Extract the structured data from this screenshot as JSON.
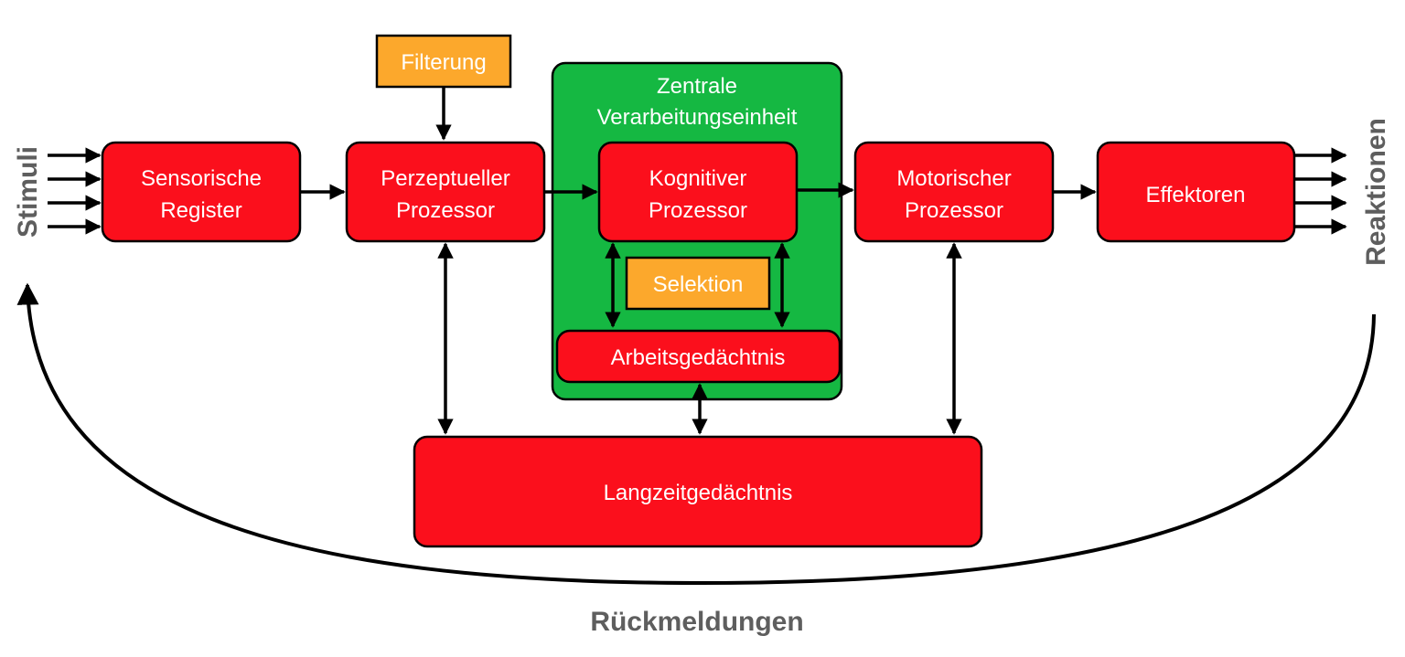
{
  "diagram": {
    "stimuli": "Stimuli",
    "reactions": "Reaktionen",
    "feedback": "Rückmeldungen",
    "filter": "Filterung",
    "sensory": {
      "line1": "Sensorische",
      "line2": "Register"
    },
    "perceptual": {
      "line1": "Perzeptueller",
      "line2": "Prozessor"
    },
    "central": {
      "line1": "Zentrale",
      "line2": "Verarbeitungseinheit"
    },
    "cognitive": {
      "line1": "Kognitiver",
      "line2": "Prozessor"
    },
    "selection": "Selektion",
    "working_memory": "Arbeitsgedächtnis",
    "motor": {
      "line1": "Motorischer",
      "line2": "Prozessor"
    },
    "effectors": "Effektoren",
    "long_term_memory": "Langzeitgedächtnis"
  },
  "colors": {
    "process_box": "#fb0f1c",
    "control_box": "#fca82c",
    "central_unit": "#15b842",
    "side_label": "#5e5e5e"
  }
}
